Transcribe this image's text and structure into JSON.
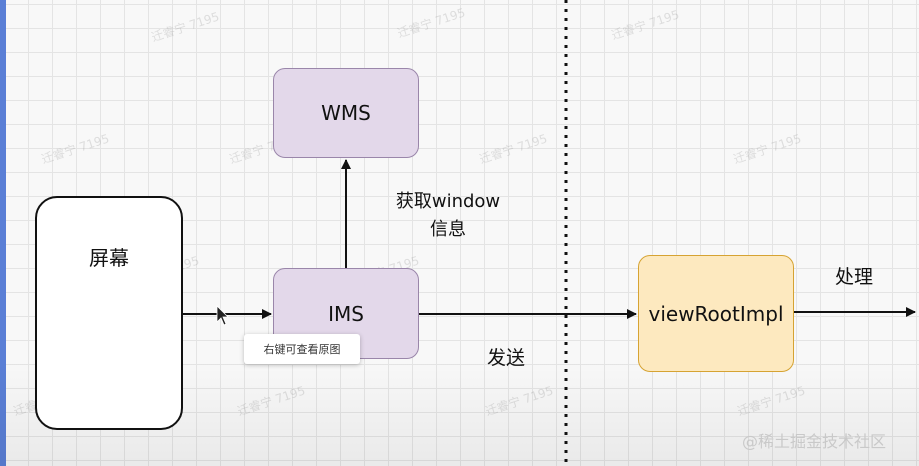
{
  "nodes": {
    "screen": "屏幕",
    "wms": "WMS",
    "ims": "IMS",
    "view_root_impl": "viewRootImpl"
  },
  "edges": {
    "get_window_info_line1": "获取window",
    "get_window_info_line2": "信息",
    "send": "发送",
    "handle": "处理"
  },
  "tooltip": "右键可查看原图",
  "watermark": "@稀土掘金技术社区",
  "colors": {
    "purple_fill": "#e3d8ea",
    "purple_border": "#9a86aa",
    "orange_fill": "#fde9bf",
    "orange_border": "#d6a332",
    "accent_edge": "#5a7fd6"
  }
}
